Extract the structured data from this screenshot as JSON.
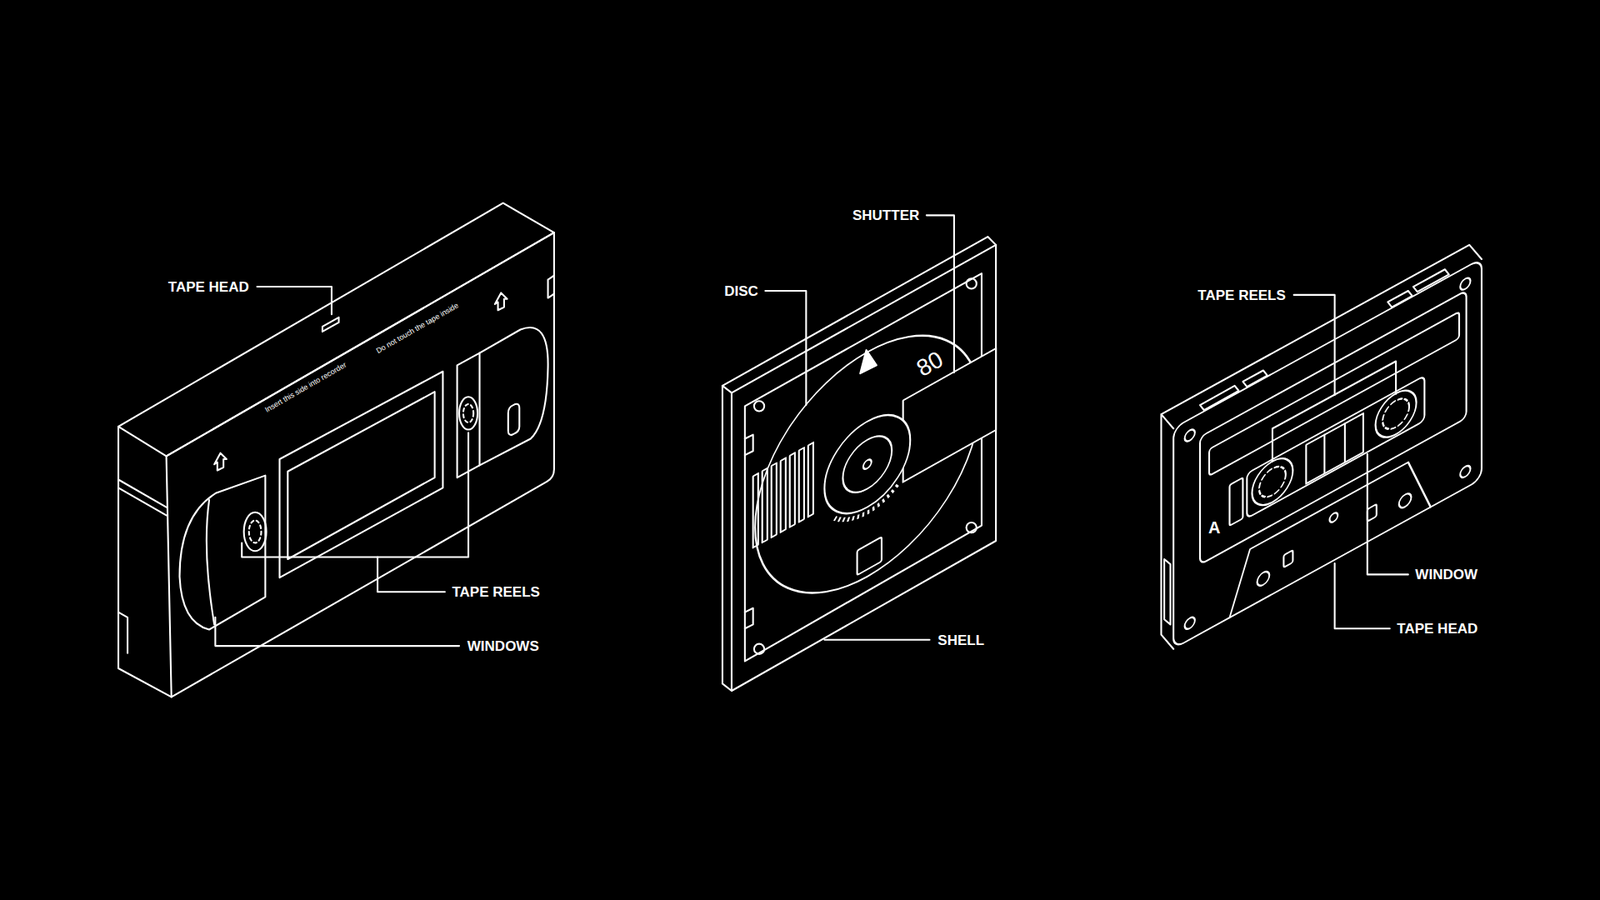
{
  "diagram": {
    "labels": [
      "TAPE HEAD",
      "Insert this side into recorder",
      "Do not touch the tape inside",
      "TAPE REELS",
      "WINDOWS",
      "DISC",
      "SHUTTER",
      "80",
      "SHELL",
      "TAPE REELS",
      "A",
      "WINDOW",
      "TAPE HEAD"
    ]
  }
}
